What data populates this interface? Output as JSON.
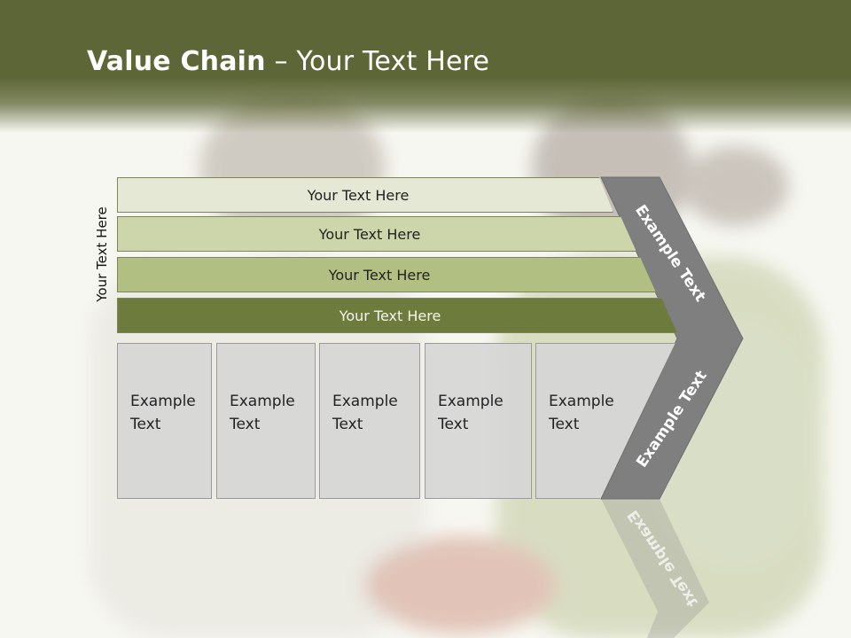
{
  "slide": {
    "title_bold": "Value Chain",
    "title_separator": " – ",
    "title_rest": "Your Text Here",
    "side_label": "Your Text Here"
  },
  "bands": [
    {
      "label": "Your Text Here"
    },
    {
      "label": "Your Text Here"
    },
    {
      "label": "Your Text Here"
    },
    {
      "label": "Your Text Here"
    }
  ],
  "columns": [
    {
      "line1": "Example",
      "line2": "Text"
    },
    {
      "line1": "Example",
      "line2": "Text"
    },
    {
      "line1": "Example",
      "line2": "Text"
    },
    {
      "line1": "Example",
      "line2": "Text"
    },
    {
      "line1": "Example",
      "line2": "Text"
    }
  ],
  "arrow": {
    "upper_label": "Example Text",
    "lower_label": "Example Text"
  },
  "colors": {
    "header_olive": "#5d6636",
    "band_1": "#e4e8d4",
    "band_2": "#ccd6aa",
    "band_3": "#b2bf82",
    "band_4": "#6d7c3c",
    "arrow_gray": "#7f7f7f",
    "column_gray": "#d6d6d6"
  }
}
